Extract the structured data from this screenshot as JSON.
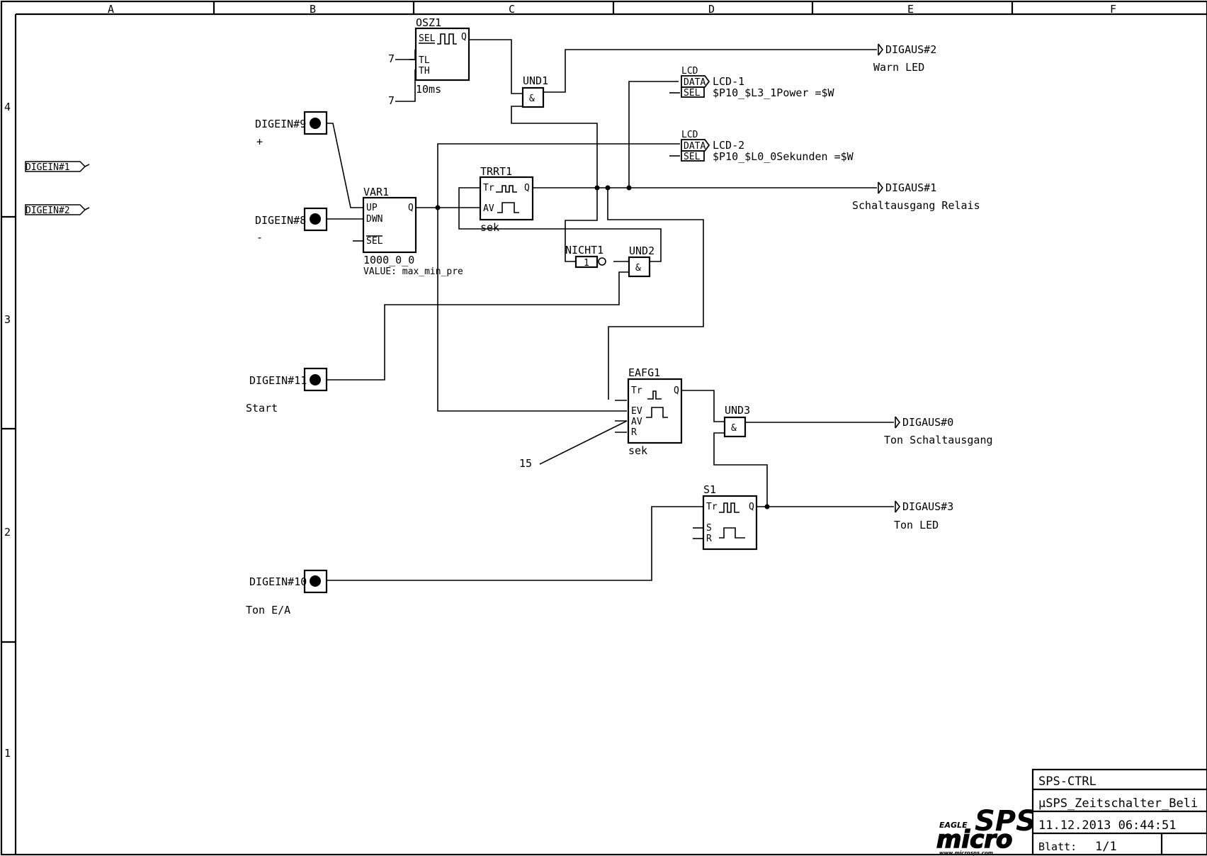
{
  "frame": {
    "columns": [
      "A",
      "B",
      "C",
      "D",
      "E",
      "F"
    ],
    "rows": [
      "4",
      "3",
      "2",
      "1"
    ]
  },
  "inputs": {
    "digein1": "DIGEIN#1",
    "digein2": "DIGEIN#2"
  },
  "switches": {
    "digein9": {
      "label": "DIGEIN#9",
      "caption": "+"
    },
    "digein8": {
      "label": "DIGEIN#8",
      "caption": "-"
    },
    "digein11": {
      "label": "DIGEIN#11",
      "caption": "Start"
    },
    "digein10": {
      "label": "DIGEIN#10",
      "caption": "Ton E/A"
    }
  },
  "blocks": {
    "osz1": {
      "name": "OSZ1",
      "pins": [
        "SEL",
        "Q",
        "TL",
        "TH"
      ],
      "value": "10ms",
      "tl": "7",
      "th": "7"
    },
    "und1": {
      "name": "UND1",
      "symbol": "&"
    },
    "und2": {
      "name": "UND2",
      "symbol": "&"
    },
    "und3": {
      "name": "UND3",
      "symbol": "&"
    },
    "nicht1": {
      "name": "NICHT1",
      "symbol": "1"
    },
    "var1": {
      "name": "VAR1",
      "pins": [
        "UP",
        "DWN",
        "SEL",
        "Q"
      ],
      "value": "1000_0_0",
      "extra": "VALUE: max_min_pre"
    },
    "trrt1": {
      "name": "TRRT1",
      "pins": [
        "Tr",
        "Q",
        "AV"
      ],
      "value": "sek"
    },
    "eafg1": {
      "name": "EAFG1",
      "pins": [
        "Tr",
        "Q",
        "EV",
        "AV",
        "R"
      ],
      "value": "sek",
      "const": "15"
    },
    "s1": {
      "name": "S1",
      "pins": [
        "Tr",
        "Q",
        "S",
        "R"
      ]
    },
    "lcd1": {
      "type": "LCD",
      "name": "LCD-1",
      "pins": [
        "DATA",
        "SEL"
      ],
      "text": "$P10_$L3_1Power =$W"
    },
    "lcd2": {
      "type": "LCD",
      "name": "LCD-2",
      "pins": [
        "DATA",
        "SEL"
      ],
      "text": "$P10_$L0_0Sekunden =$W"
    }
  },
  "outputs": {
    "digaus2": {
      "label": "DIGAUS#2",
      "caption": "Warn LED"
    },
    "digaus1": {
      "label": "DIGAUS#1",
      "caption": "Schaltausgang Relais"
    },
    "digaus0": {
      "label": "DIGAUS#0",
      "caption": "Ton Schaltausgang"
    },
    "digaus3": {
      "label": "DIGAUS#3",
      "caption": "Ton LED"
    }
  },
  "title_block": {
    "project": "SPS-CTRL",
    "file": "µSPS_Zeitschalter_Beli",
    "datetime": "11.12.2013 06:44:51",
    "sheet_label": "Blatt:",
    "sheet_value": "1/1",
    "logo_top": "EAGLE",
    "logo_sps": "SPS",
    "logo_micro": "micro",
    "logo_url": "www.microsps.com"
  }
}
